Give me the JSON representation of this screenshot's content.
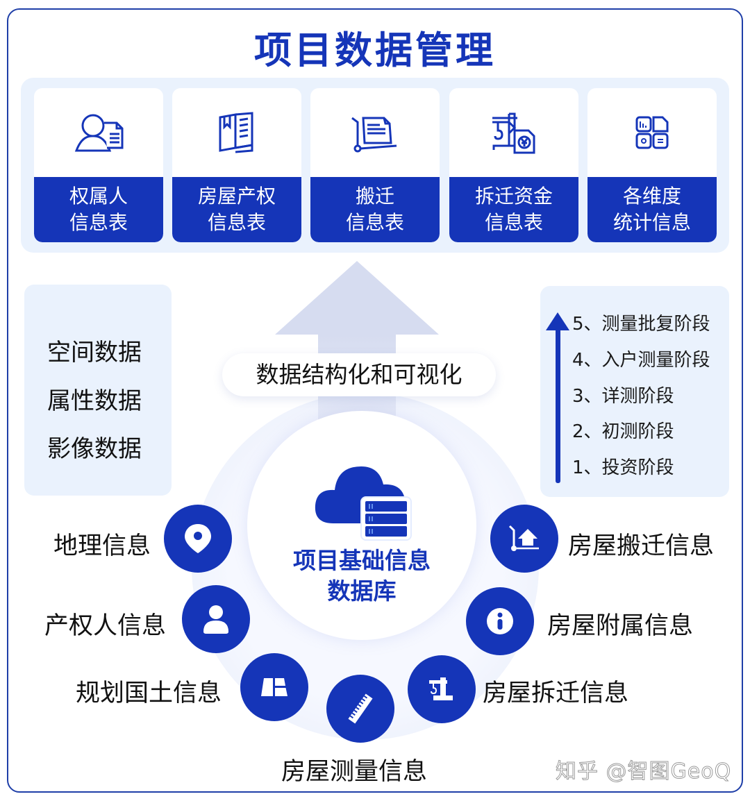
{
  "title": "项目数据管理",
  "colors": {
    "primary": "#1535b8",
    "panel_bg": "#eaf2fd",
    "arrow_bg": "#d6dcf0",
    "text": "#111111"
  },
  "output_tables": [
    {
      "label": "权属人\n信息表",
      "icon": "person-document-icon"
    },
    {
      "label": "房屋产权\n信息表",
      "icon": "open-book-icon"
    },
    {
      "label": "搬迁\n信息表",
      "icon": "hand-truck-document-icon"
    },
    {
      "label": "拆迁资金\n信息表",
      "icon": "crane-yuan-document-icon"
    },
    {
      "label": "各维度\n统计信息",
      "icon": "dashboard-grid-icon"
    }
  ],
  "data_types": [
    "空间数据",
    "属性数据",
    "影像数据"
  ],
  "process_label": "数据结构化和可视化",
  "stages": [
    "5、测量批复阶段",
    "4、入户测量阶段",
    "3、详测阶段",
    "2、初测阶段",
    "1、投资阶段"
  ],
  "center": {
    "title": "项目基础信息\n数据库",
    "icon": "cloud-database-icon"
  },
  "info_nodes": [
    {
      "label": "地理信息",
      "icon": "location-pin-icon"
    },
    {
      "label": "产权人信息",
      "icon": "person-icon"
    },
    {
      "label": "规划国土信息",
      "icon": "land-parcel-icon"
    },
    {
      "label": "房屋测量信息",
      "icon": "ruler-icon"
    },
    {
      "label": "房屋拆迁信息",
      "icon": "crane-icon"
    },
    {
      "label": "房屋附属信息",
      "icon": "info-icon"
    },
    {
      "label": "房屋搬迁信息",
      "icon": "hand-truck-house-icon"
    }
  ],
  "watermark": "知乎 @智图GeoQ"
}
